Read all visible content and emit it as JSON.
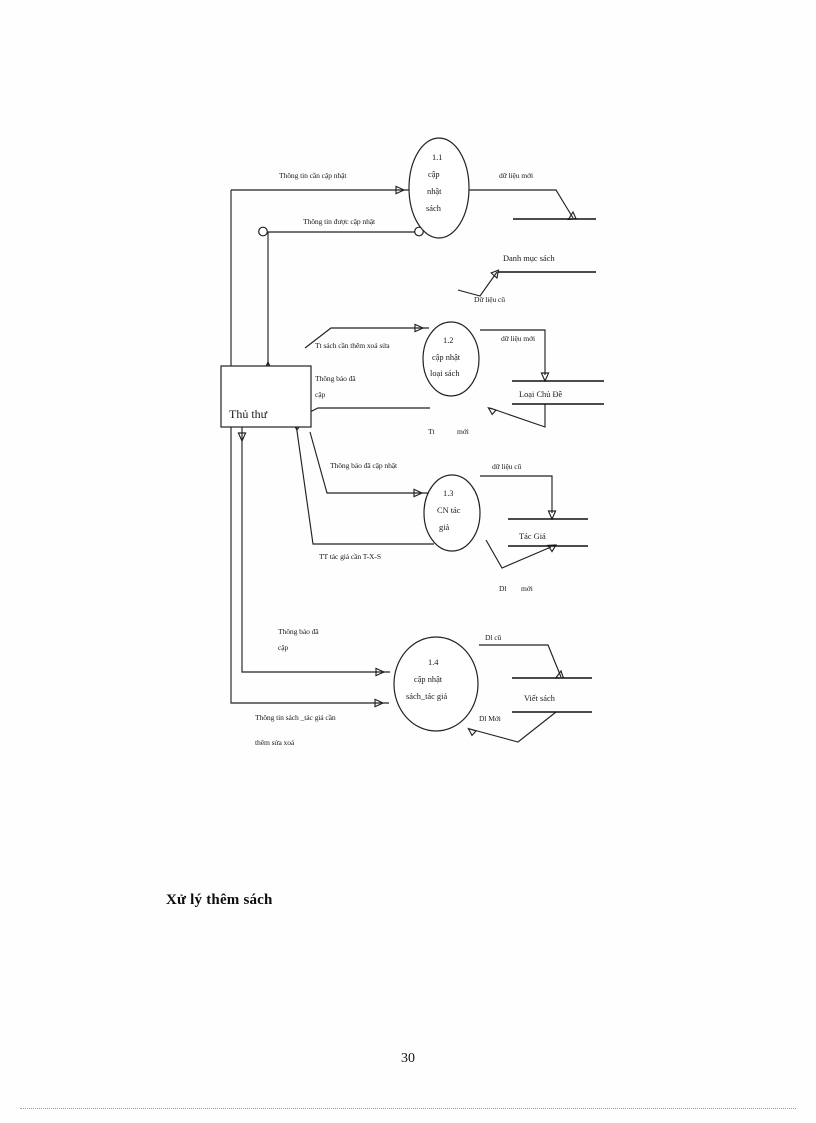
{
  "document": {
    "caption": "Xử lý thêm sách",
    "page_number": "30"
  },
  "diagram": {
    "type": "data-flow-diagram",
    "title": "Xử lý thêm sách",
    "external_entities": [
      {
        "id": "thu-thu",
        "label": "Thủ thư"
      }
    ],
    "processes": [
      {
        "id": "p11",
        "number": "1.1",
        "line1": "cập",
        "line2": "nhật",
        "line3": "sách"
      },
      {
        "id": "p12",
        "number": "1.2",
        "line1": "cập nhật",
        "line2": "loại sách",
        "line3": ""
      },
      {
        "id": "p13",
        "number": "1.3",
        "line1": "CN tác",
        "line2": "giả",
        "line3": ""
      },
      {
        "id": "p14",
        "number": "1.4",
        "line1": "cập nhật",
        "line2": "sách_tác giả",
        "line3": ""
      }
    ],
    "data_stores": [
      {
        "id": "ds-sach",
        "label": ""
      },
      {
        "id": "ds-danh-muc-sach",
        "label": "Danh mục sách"
      },
      {
        "id": "ds-loai-chu-de",
        "label": "Loại Chủ Đề"
      },
      {
        "id": "ds-tac-gia",
        "label": "Tác Giả"
      },
      {
        "id": "ds-viet-sach",
        "label": "Viết sách"
      }
    ],
    "flows": [
      {
        "id": "f1",
        "label": "Thông tin cần cập nhật"
      },
      {
        "id": "f2",
        "label": "Thông tin được cập nhật"
      },
      {
        "id": "f3",
        "label": "dữ liệu mới"
      },
      {
        "id": "f4",
        "label": "Dữ liệu cũ"
      },
      {
        "id": "f5",
        "label": "Tt sách cần thêm xoá sửa"
      },
      {
        "id": "f6",
        "label": "Thông báo đã"
      },
      {
        "id": "f7",
        "label": "cập"
      },
      {
        "id": "f8",
        "label": "dữ liệu mới"
      },
      {
        "id": "f9",
        "label": "Tt"
      },
      {
        "id": "f10",
        "label": "mới"
      },
      {
        "id": "f11",
        "label": "Thông báo đã cập nhật"
      },
      {
        "id": "f12",
        "label": "TT tác giả cần T-X-S"
      },
      {
        "id": "f13",
        "label": "dữ liệu cũ"
      },
      {
        "id": "f14",
        "label": "Dl"
      },
      {
        "id": "f15",
        "label": "mới"
      },
      {
        "id": "f16",
        "label": "Thông báo đã"
      },
      {
        "id": "f17",
        "label": "cập"
      },
      {
        "id": "f18",
        "label": "Dl cũ"
      },
      {
        "id": "f19",
        "label": "Dl Mới"
      },
      {
        "id": "f20",
        "label": "Thông tin sách _tác giả cần"
      },
      {
        "id": "f21",
        "label": "thêm sửa xoá"
      }
    ]
  }
}
